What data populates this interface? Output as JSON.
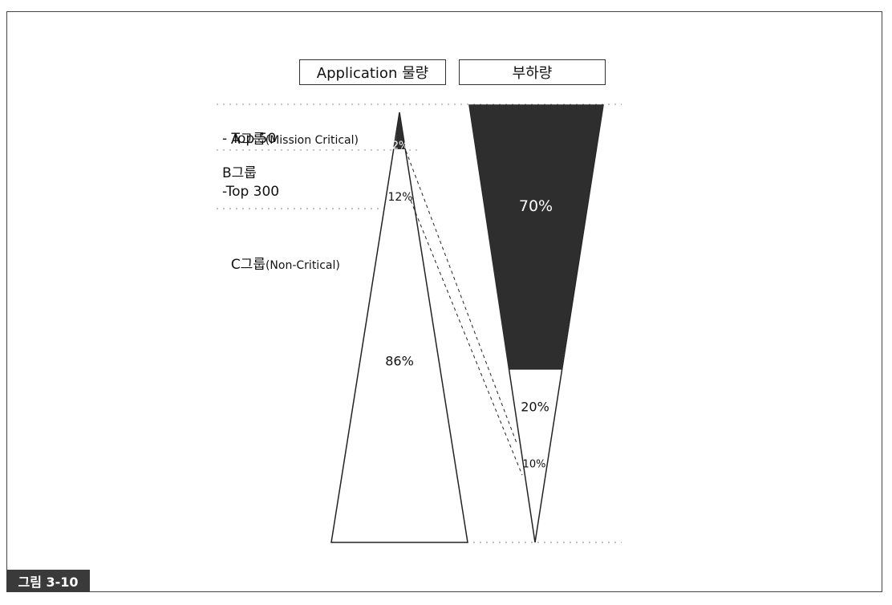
{
  "headers": {
    "application_volume": "Application 물량",
    "load_volume": "부하량"
  },
  "groups": [
    {
      "name": "A그룹",
      "note": "(Mission Critical)",
      "detail": "- Top 50"
    },
    {
      "name": "B그룹",
      "note": "",
      "detail": "-Top 300"
    },
    {
      "name": "C그룹",
      "note": "(Non-Critical)",
      "detail": ""
    }
  ],
  "application_shares": [
    "2%",
    "12%",
    "86%"
  ],
  "load_shares": [
    "70%",
    "20%",
    "10%"
  ],
  "figure_caption": "그림 3-10",
  "colors": {
    "dark_fill": "#2e2e2e",
    "line": "#222222",
    "caption_bg": "#3a3a3a"
  }
}
